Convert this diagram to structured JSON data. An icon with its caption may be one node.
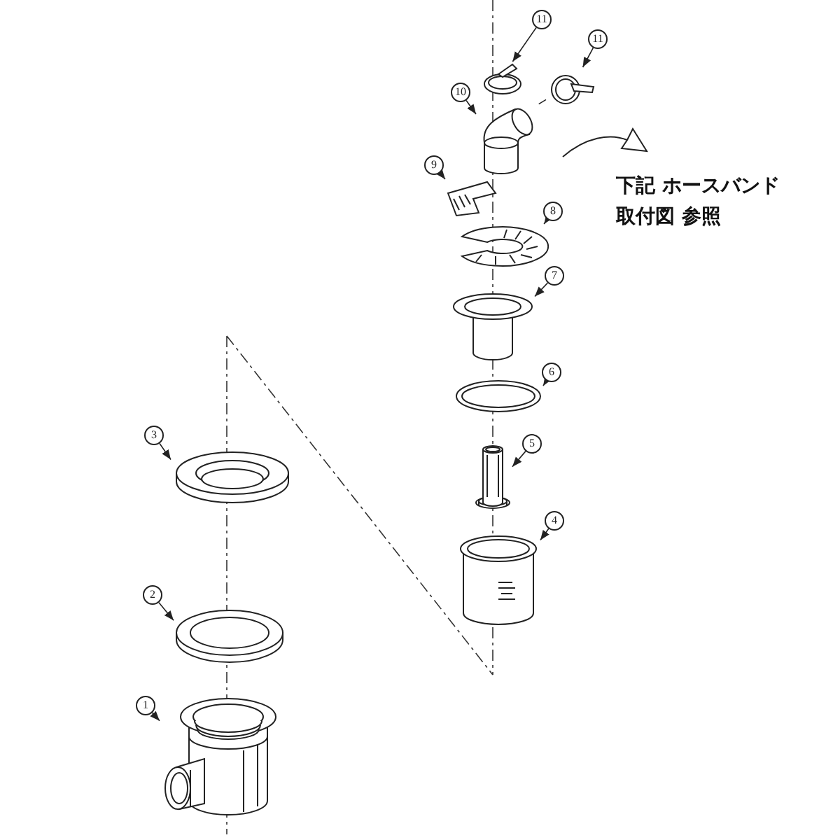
{
  "diagram": {
    "nodes": [
      {
        "text": [
          "11"
        ]
      },
      {
        "text": [],
        "shape": "picture"
      },
      {
        "text": [
          "11"
        ]
      },
      {
        "text": [],
        "shape": "picture"
      },
      {
        "text": [
          "10"
        ]
      },
      {
        "text": [],
        "shape": "picture"
      },
      {
        "text": [
          "9"
        ]
      },
      {
        "text": [],
        "shape": "picture"
      },
      {
        "text": [
          "8"
        ]
      },
      {
        "text": [],
        "shape": "picture"
      },
      {
        "text": [
          "7"
        ]
      },
      {
        "text": [],
        "shape": "picture"
      },
      {
        "text": [
          "6"
        ]
      },
      {
        "text": [],
        "shape": "picture"
      },
      {
        "text": [
          "5"
        ]
      },
      {
        "text": [],
        "shape": "picture"
      },
      {
        "text": [
          "4"
        ]
      },
      {
        "text": [],
        "shape": "picture"
      },
      {
        "text": [
          "3"
        ]
      },
      {
        "text": [],
        "shape": "picture"
      },
      {
        "text": [
          "2"
        ]
      },
      {
        "text": [],
        "shape": "picture"
      },
      {
        "text": [
          "1"
        ]
      },
      {
        "text": [],
        "shape": "picture"
      }
    ],
    "edges": [
      {
        "from": 0,
        "to": 1,
        "arrow": "to"
      },
      {
        "from": 2,
        "to": 3,
        "arrow": "to"
      },
      {
        "from": 4,
        "to": 5,
        "arrow": "to"
      },
      {
        "from": 6,
        "to": 7,
        "arrow": "to"
      },
      {
        "from": 8,
        "to": 9,
        "arrow": "to"
      },
      {
        "from": 10,
        "to": 11,
        "arrow": "to"
      },
      {
        "from": 12,
        "to": 13,
        "arrow": "to"
      },
      {
        "from": 14,
        "to": 15,
        "arrow": "to"
      },
      {
        "from": 16,
        "to": 17,
        "arrow": "to"
      },
      {
        "from": 18,
        "to": 19,
        "arrow": "to"
      },
      {
        "from": 20,
        "to": 21,
        "arrow": "to"
      },
      {
        "from": 22,
        "to": 23,
        "arrow": "to"
      },
      {
        "from": 3,
        "to": 5,
        "arrow": "none",
        "style": "dashed"
      }
    ],
    "labels": [
      "下記 ホースバンド取付図 参照"
    ]
  }
}
